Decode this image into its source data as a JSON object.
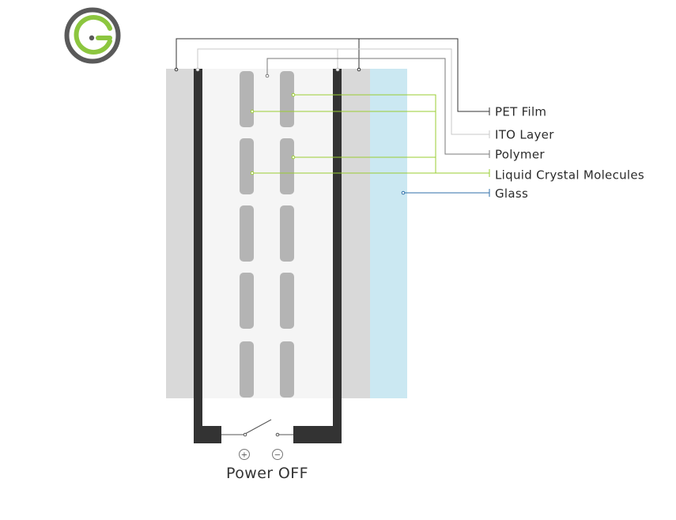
{
  "labels": {
    "pet_film": "PET Film",
    "ito_layer": "ITO Layer",
    "polymer": "Polymer",
    "liquid_crystal": "Liquid Crystal Molecules",
    "glass": "Glass"
  },
  "caption": "Power OFF",
  "terminals": {
    "positive": "+",
    "negative": "−"
  },
  "colors": {
    "brand_green": "#8cc63f",
    "brand_gray": "#5a5a5a",
    "pet_film": "#d9d9d9",
    "ito_layer": "#333333",
    "polymer": "#f5f5f5",
    "liquid_crystal": "#b4b4b4",
    "glass": "#cbe8f2",
    "leader_green": "#9acd32",
    "leader_blue": "#2f6fa8"
  },
  "icons": {
    "logo": "circle-g-logo"
  },
  "state": {
    "power": "off"
  }
}
